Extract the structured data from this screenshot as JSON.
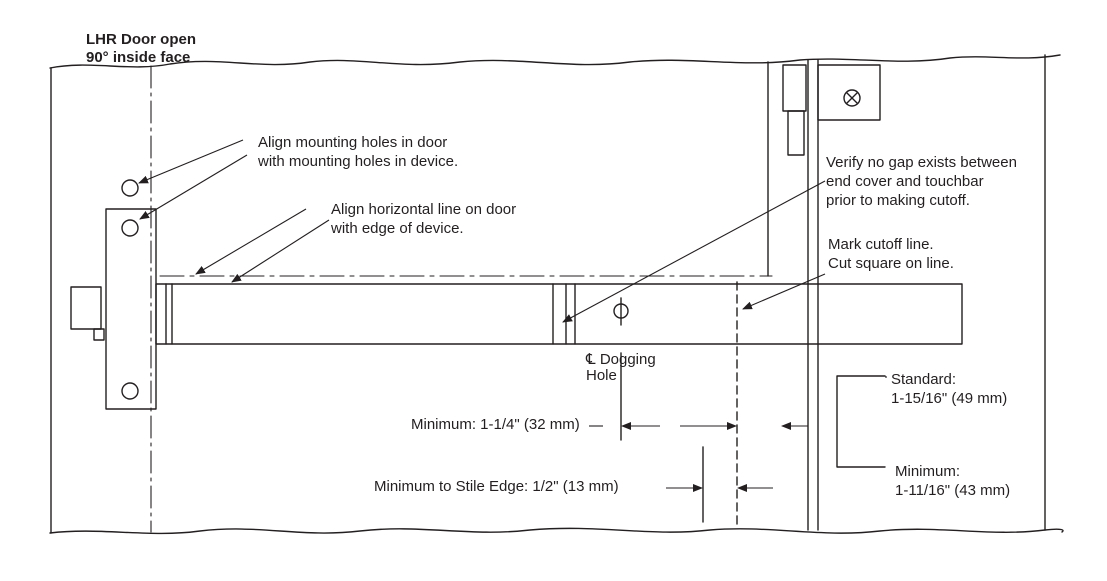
{
  "title": {
    "line1": "LHR Door open",
    "line2": "90° inside face"
  },
  "callouts": {
    "align_holes": [
      "Align mounting holes in door",
      "with mounting holes in device."
    ],
    "align_line": [
      "Align horizontal line on door",
      "with edge of device."
    ],
    "verify_gap": [
      "Verify no gap exists between",
      "end cover and touchbar",
      "prior to making cutoff."
    ],
    "mark_cutoff": [
      "Mark cutoff line.",
      "Cut square on line."
    ],
    "dogging_symbol": "℄",
    "dogging_hole": [
      "Dogging",
      "Hole"
    ]
  },
  "dimensions": {
    "minimum": "Minimum: 1-1/4\" (32 mm)",
    "stile_edge": "Minimum to Stile Edge: 1/2\" (13 mm)",
    "standard": [
      "Standard:",
      "1-15/16\" (49 mm)"
    ],
    "minimum_stile": [
      "Minimum:",
      "1-11/16\" (43 mm)"
    ]
  }
}
